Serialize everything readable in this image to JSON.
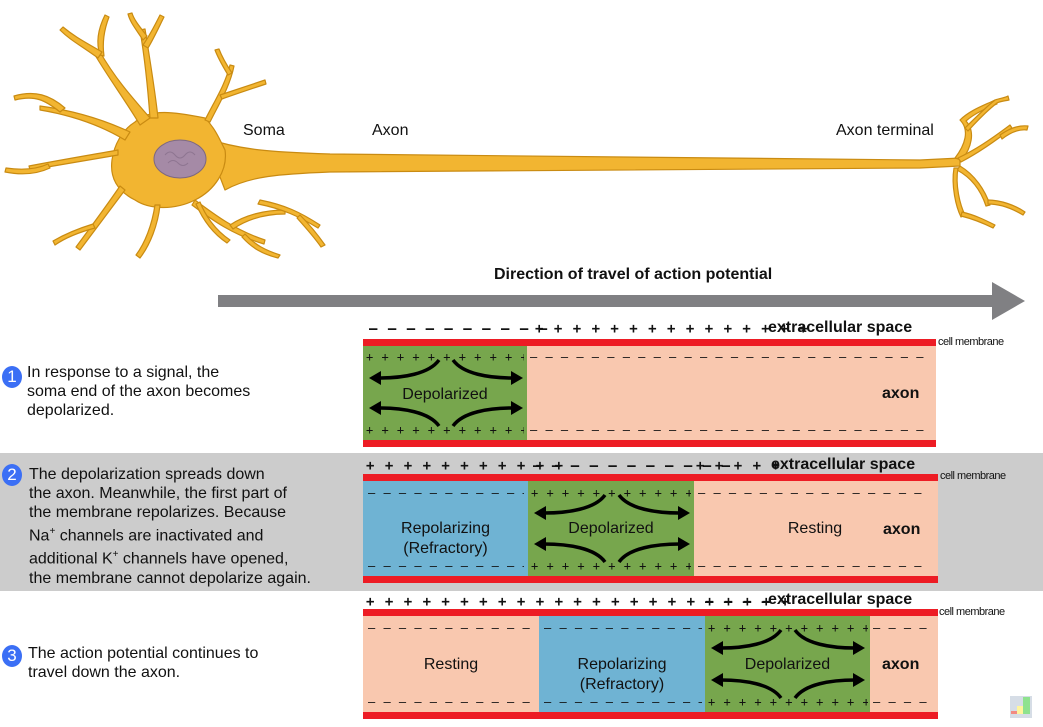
{
  "neuron": {
    "labels": {
      "soma": "Soma",
      "axon": "Axon",
      "axon_terminal": "Axon terminal"
    },
    "colors": {
      "cell_body": "#f2b531",
      "cell_outline": "#c98b12",
      "nucleus": "#a58aa6",
      "arrow": "#808083"
    }
  },
  "direction": {
    "title": "Direction of travel of action potential"
  },
  "legend": {
    "extracellular": "extracellular space",
    "cell_membrane": "cell membrane",
    "axon": "axon"
  },
  "colors": {
    "membrane": "#ed1c24",
    "resting": "#f9c8af",
    "depolarized": "#77a64d",
    "repolarizing": "#6fb3d3",
    "step_badge": "#3b6ff5",
    "step2_band": "#cccccc"
  },
  "steps": [
    {
      "number": "1",
      "text": "In response to a signal, the\nsoma end of the axon becomes\ndepolarized.",
      "outer_charges": {
        "a": "– – – – – – – – – –",
        "b": "+ + + + + + + + + + + + + + +"
      },
      "segments": [
        {
          "state": "Depolarized",
          "inner_charge": "+ + + + + + + + + + + +"
        },
        {
          "state": "",
          "inner_charge": "– – – – – – – – – – – – – – – – – – – – – – – – – – – – – – – – – – – – –"
        }
      ]
    },
    {
      "number": "2",
      "text_lines": [
        "The depolarization spreads down",
        "the axon. Meanwhile, the first part of",
        "the membrane repolarizes. Because",
        "Na",
        "+",
        " channels are inactivated and",
        "additional K",
        "+",
        " channels have opened,",
        "the membrane cannot depolarize again."
      ],
      "outer_charges": {
        "a": "+ + + + + + + + + + +",
        "b": "– – – – – – – – – – –",
        "c": "+ + + + +"
      },
      "segments": [
        {
          "state": "Repolarizing\n(Refractory)",
          "inner_charge": "– – – – – – – – – – – – – – –"
        },
        {
          "state": "Depolarized",
          "inner_charge": "+ + + + + + + + + + + +"
        },
        {
          "state": "Resting",
          "inner_charge": "– – – – – – – – – – – – – – – – – – – – – – – –"
        }
      ]
    },
    {
      "number": "3",
      "text": "The action potential continues to\ntravel down the axon.",
      "outer_charges": {
        "a": "+ + + + + + + + + + + + + + + + + + + + + + +",
        "b": "– – – –"
      },
      "segments": [
        {
          "state": "Resting",
          "inner_charge": "– – – – – – – – – – – – – – – –"
        },
        {
          "state": "Repolarizing\n(Refractory)",
          "inner_charge": "– – – – – – – – – – – – – – – –"
        },
        {
          "state": "Depolarized",
          "inner_charge": "+ + + + + + + + + + + +"
        },
        {
          "state": "",
          "inner_charge": "– – – – – –"
        }
      ]
    }
  ]
}
